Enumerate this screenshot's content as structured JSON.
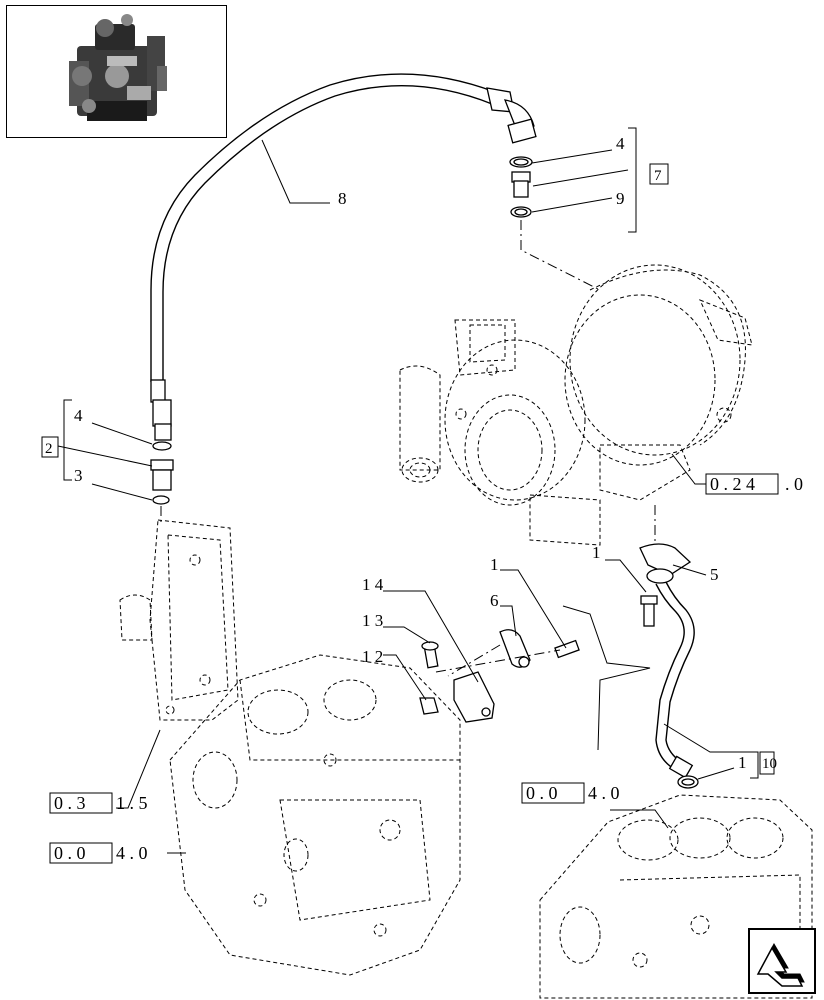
{
  "callouts": {
    "c1_top": "1",
    "c1_mid": "1",
    "c1_bottom": "1",
    "c2": "2",
    "c3": "3",
    "c4_top": "4",
    "c4_left": "4",
    "c5": "5",
    "c6": "6",
    "c7": "7",
    "c8": "8",
    "c9": "9",
    "c10": "10",
    "c12": "1 2",
    "c13": "1 3",
    "c14": "1 4"
  },
  "references": {
    "ref_turbo": {
      "boxed": "0 . 2 4",
      "suffix": ". 0"
    },
    "ref_block_1": {
      "boxed": "0 . 0",
      "suffix": "4 . 0"
    },
    "ref_plate": {
      "boxed": "0 . 3",
      "suffix": "1 . 5"
    },
    "ref_block_2": {
      "boxed": "0 . 0",
      "suffix": "4 . 0"
    }
  },
  "icons": {
    "thumbnail": "engine-thumbnail-icon",
    "navigation": "next-page-arrow-icon"
  }
}
